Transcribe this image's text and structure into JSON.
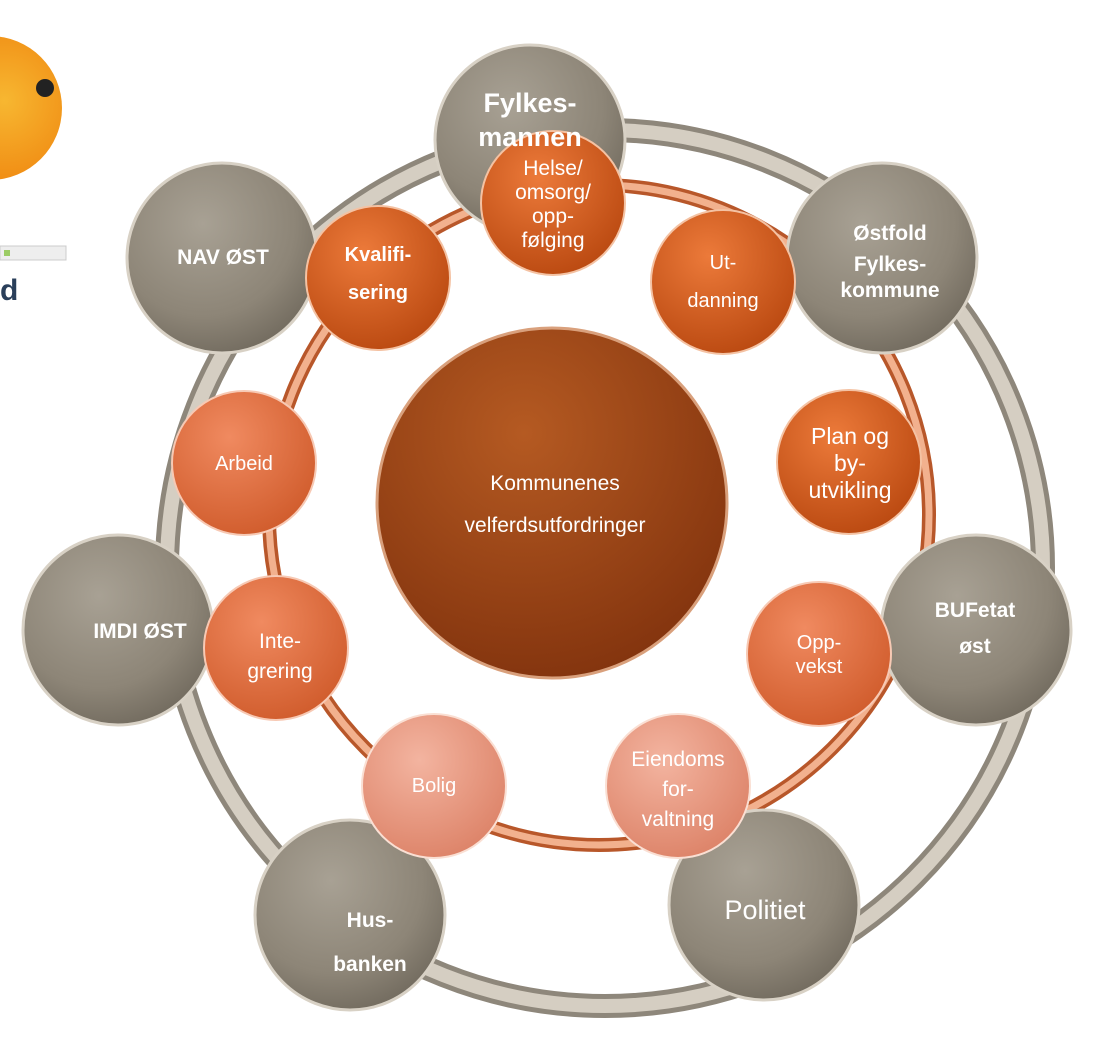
{
  "colors": {
    "gray": "#8f8779",
    "ring": "#cbc3b6",
    "orange_dark": "#d2521a",
    "orange": "#e16c3a",
    "orange_light": "#ea9a80",
    "brown": "#9a3e10"
  },
  "logo": {
    "label": "d"
  },
  "center": {
    "line1": "Kommunenes",
    "line2": "velferdsutfordringer"
  },
  "outer": {
    "fylkesmannen": {
      "line1": "Fylkes-",
      "line2": "mannen"
    },
    "ostfold": {
      "line1": "Østfold",
      "line2": "Fylkes-",
      "line3": "kommune"
    },
    "bufetat": {
      "line1": "BUFetat",
      "line2": "øst"
    },
    "politiet": {
      "line1": "Politiet"
    },
    "husbanken": {
      "line1": "Hus-",
      "line2": "banken"
    },
    "imdi": {
      "line1": "IMDI ØST"
    },
    "nav": {
      "line1": "NAV ØST"
    }
  },
  "inner": {
    "helse": {
      "line1": "Helse/",
      "line2": "omsorg/",
      "line3": "opp-",
      "line4": "følging"
    },
    "utdanning": {
      "line1": "Ut-",
      "line2": "danning"
    },
    "plan": {
      "line1": "Plan og",
      "line2": "by-",
      "line3": "utvikling"
    },
    "oppvekst": {
      "line1": "Opp-",
      "line2": "vekst"
    },
    "eiendom": {
      "line1": "Eiendoms",
      "line2": "for-",
      "line3": "valtning"
    },
    "bolig": {
      "line1": "Bolig"
    },
    "integrering": {
      "line1": "Inte-",
      "line2": "grering"
    },
    "arbeid": {
      "line1": "Arbeid"
    },
    "kvalifisering": {
      "line1": "Kvalifi-",
      "line2": "sering"
    }
  }
}
